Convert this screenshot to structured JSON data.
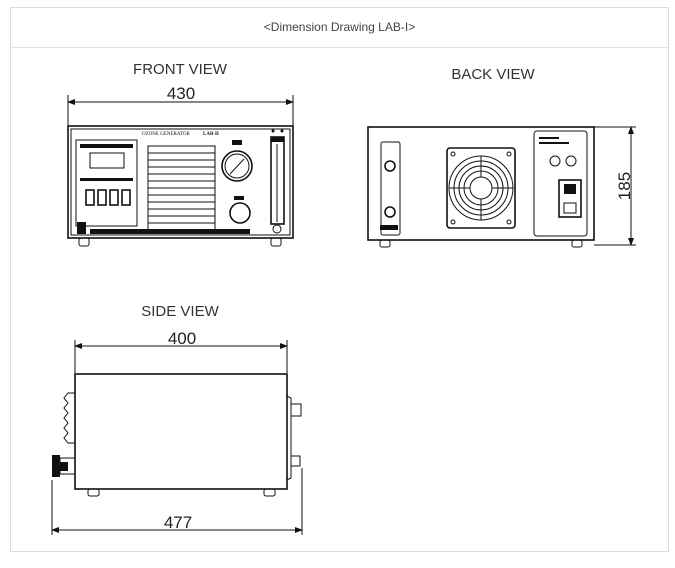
{
  "caption": "<Dimension Drawing LAB-I>",
  "views": {
    "front": {
      "title": "FRONT VIEW",
      "width_dim": "430",
      "panel_text": "OZONE GENERATOR",
      "model_text": "LAB-II"
    },
    "back": {
      "title": "BACK VIEW",
      "height_dim": "185"
    },
    "side": {
      "title": "SIDE VIEW",
      "depth_dim": "400",
      "overall_dim": "477"
    }
  }
}
